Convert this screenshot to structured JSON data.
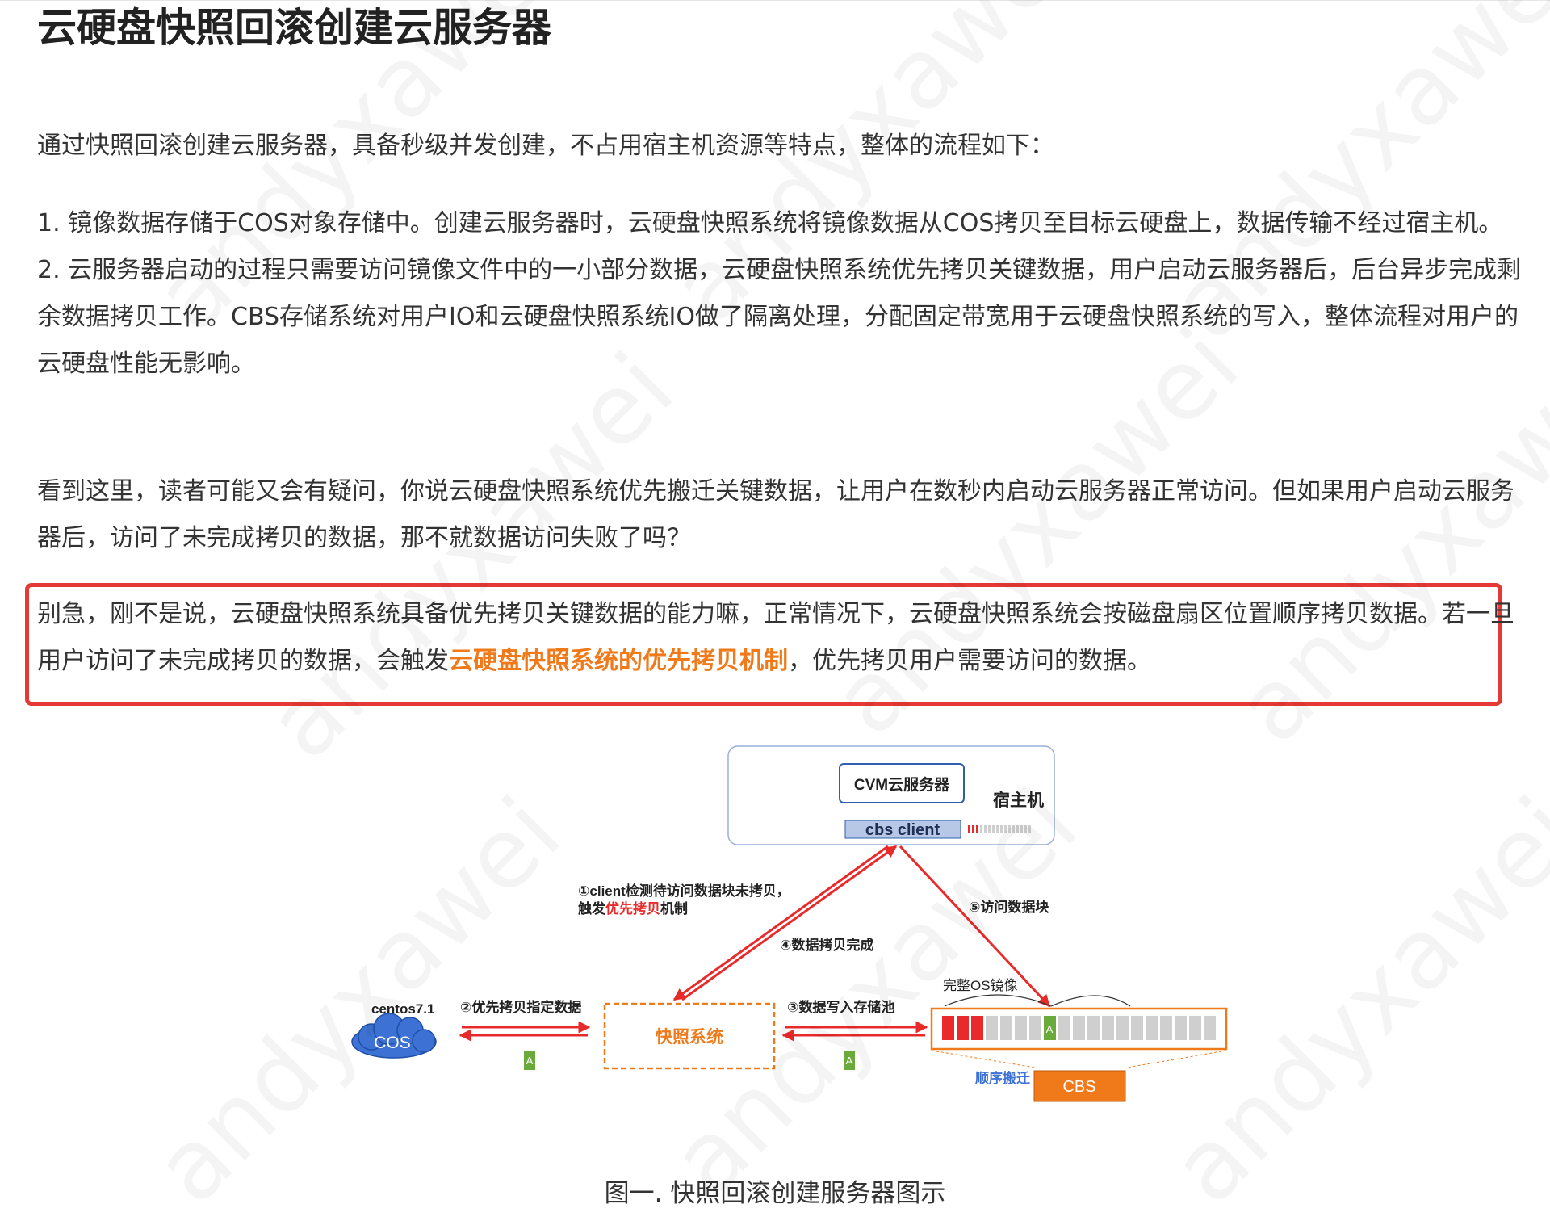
{
  "article": {
    "title": "云硬盘快照回滚创建云服务器",
    "intro": "通过快照回滚创建云服务器，具备秒级并发创建，不占用宿主机资源等特点，整体的流程如下：",
    "step1": "1. 镜像数据存储于COS对象存储中。创建云服务器时，云硬盘快照系统将镜像数据从COS拷贝至目标云硬盘上，数据传输不经过宿主机。",
    "step2": "2. 云服务器启动的过程只需要访问镜像文件中的一小部分数据，云硬盘快照系统优先拷贝关键数据，用户启动云服务器后，后台异步完成剩余数据拷贝工作。CBS存储系统对用户IO和云硬盘快照系统IO做了隔离处理，分配固定带宽用于云硬盘快照系统的写入，整体流程对用户的云硬盘性能无影响。",
    "question": "看到这里，读者可能又会有疑问，你说云硬盘快照系统优先搬迁关键数据，让用户在数秒内启动云服务器正常访问。但如果用户启动云服务器后，访问了未完成拷贝的数据，那不就数据访问失败了吗？",
    "callout_before": "别急，刚不是说，云硬盘快照系统具备优先拷贝关键数据的能力嘛，正常情况下，云硬盘快照系统会按磁盘扇区位置顺序拷贝数据。若一旦用户访问了未完成拷贝的数据，会触发",
    "callout_highlight": "云硬盘快照系统的优先拷贝机制",
    "callout_after": "，优先拷贝用户需要访问的数据。",
    "caption": "图一. 快照回滚创建服务器图示"
  },
  "diagram": {
    "host_label": "宿主机",
    "cvm_label": "CVM云服务器",
    "client_label": "cbs client",
    "step1_line1": "①client检测待访问数据块未拷贝，",
    "step1_line2_a": "触发",
    "step1_line2_b": "优先拷贝",
    "step1_line2_c": "机制",
    "step2": "②优先拷贝指定数据",
    "step3": "③数据写入存储池",
    "step4": "④数据拷贝完成",
    "step5": "⑤访问数据块",
    "cos_name": "centos7.1",
    "cos_label": "COS",
    "snapshot_label": "快照系统",
    "full_image_label": "完整OS镜像",
    "sequential_label": "顺序搬迁",
    "cbs_label": "CBS",
    "block_label": "A",
    "colors": {
      "red": "#e82a2a",
      "orange": "#f07a1a",
      "blue_cloud": "#3d72d4",
      "gray_block": "#cfcfcf",
      "green_block": "#6aaa3a"
    }
  },
  "watermark": "andyxawei"
}
